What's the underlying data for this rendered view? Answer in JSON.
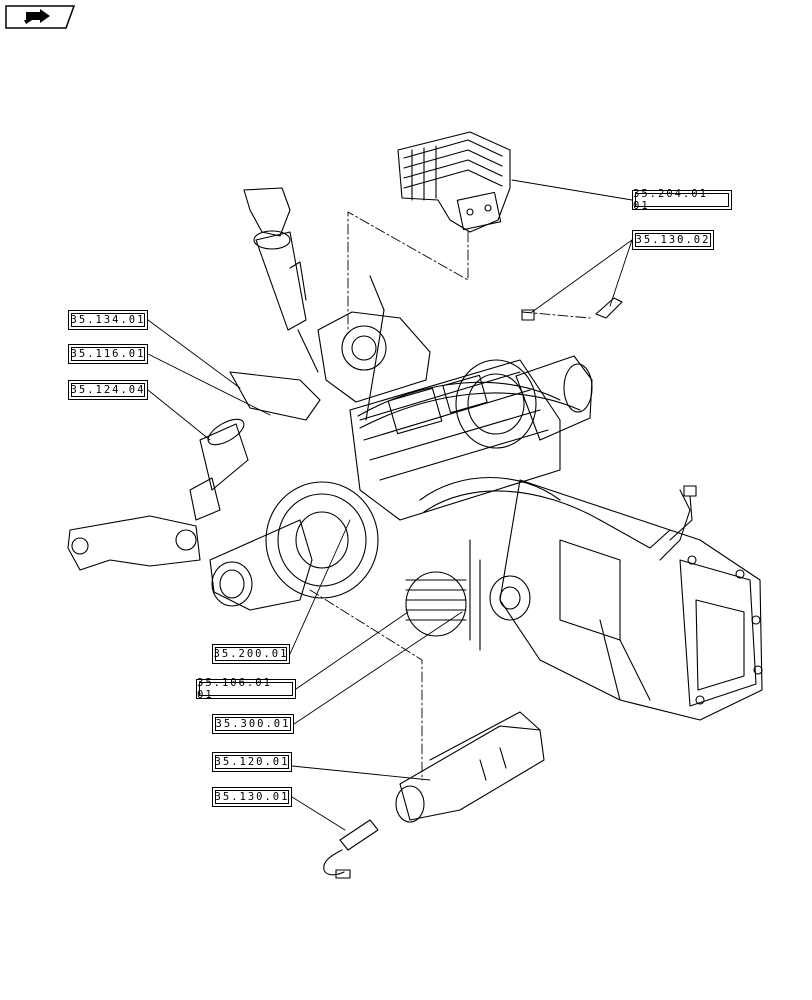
{
  "nav": {
    "icon": "forward-arrow-icon"
  },
  "callouts": [
    {
      "id": "c-35-204-01-01",
      "label": "35.204.01 01"
    },
    {
      "id": "c-35-130-02",
      "label": "35.130.02"
    },
    {
      "id": "c-35-134-01",
      "label": "35.134.01"
    },
    {
      "id": "c-35-116-01",
      "label": "35.116.01"
    },
    {
      "id": "c-35-124-04",
      "label": "35.124.04"
    },
    {
      "id": "c-35-200-01",
      "label": "35.200.01"
    },
    {
      "id": "c-35-106-01-01",
      "label": "35.106.01 01"
    },
    {
      "id": "c-35-300-01",
      "label": "35.300.01"
    },
    {
      "id": "c-35-120-01",
      "label": "35.120.01"
    },
    {
      "id": "c-35-130-01",
      "label": "35.130.01"
    }
  ]
}
